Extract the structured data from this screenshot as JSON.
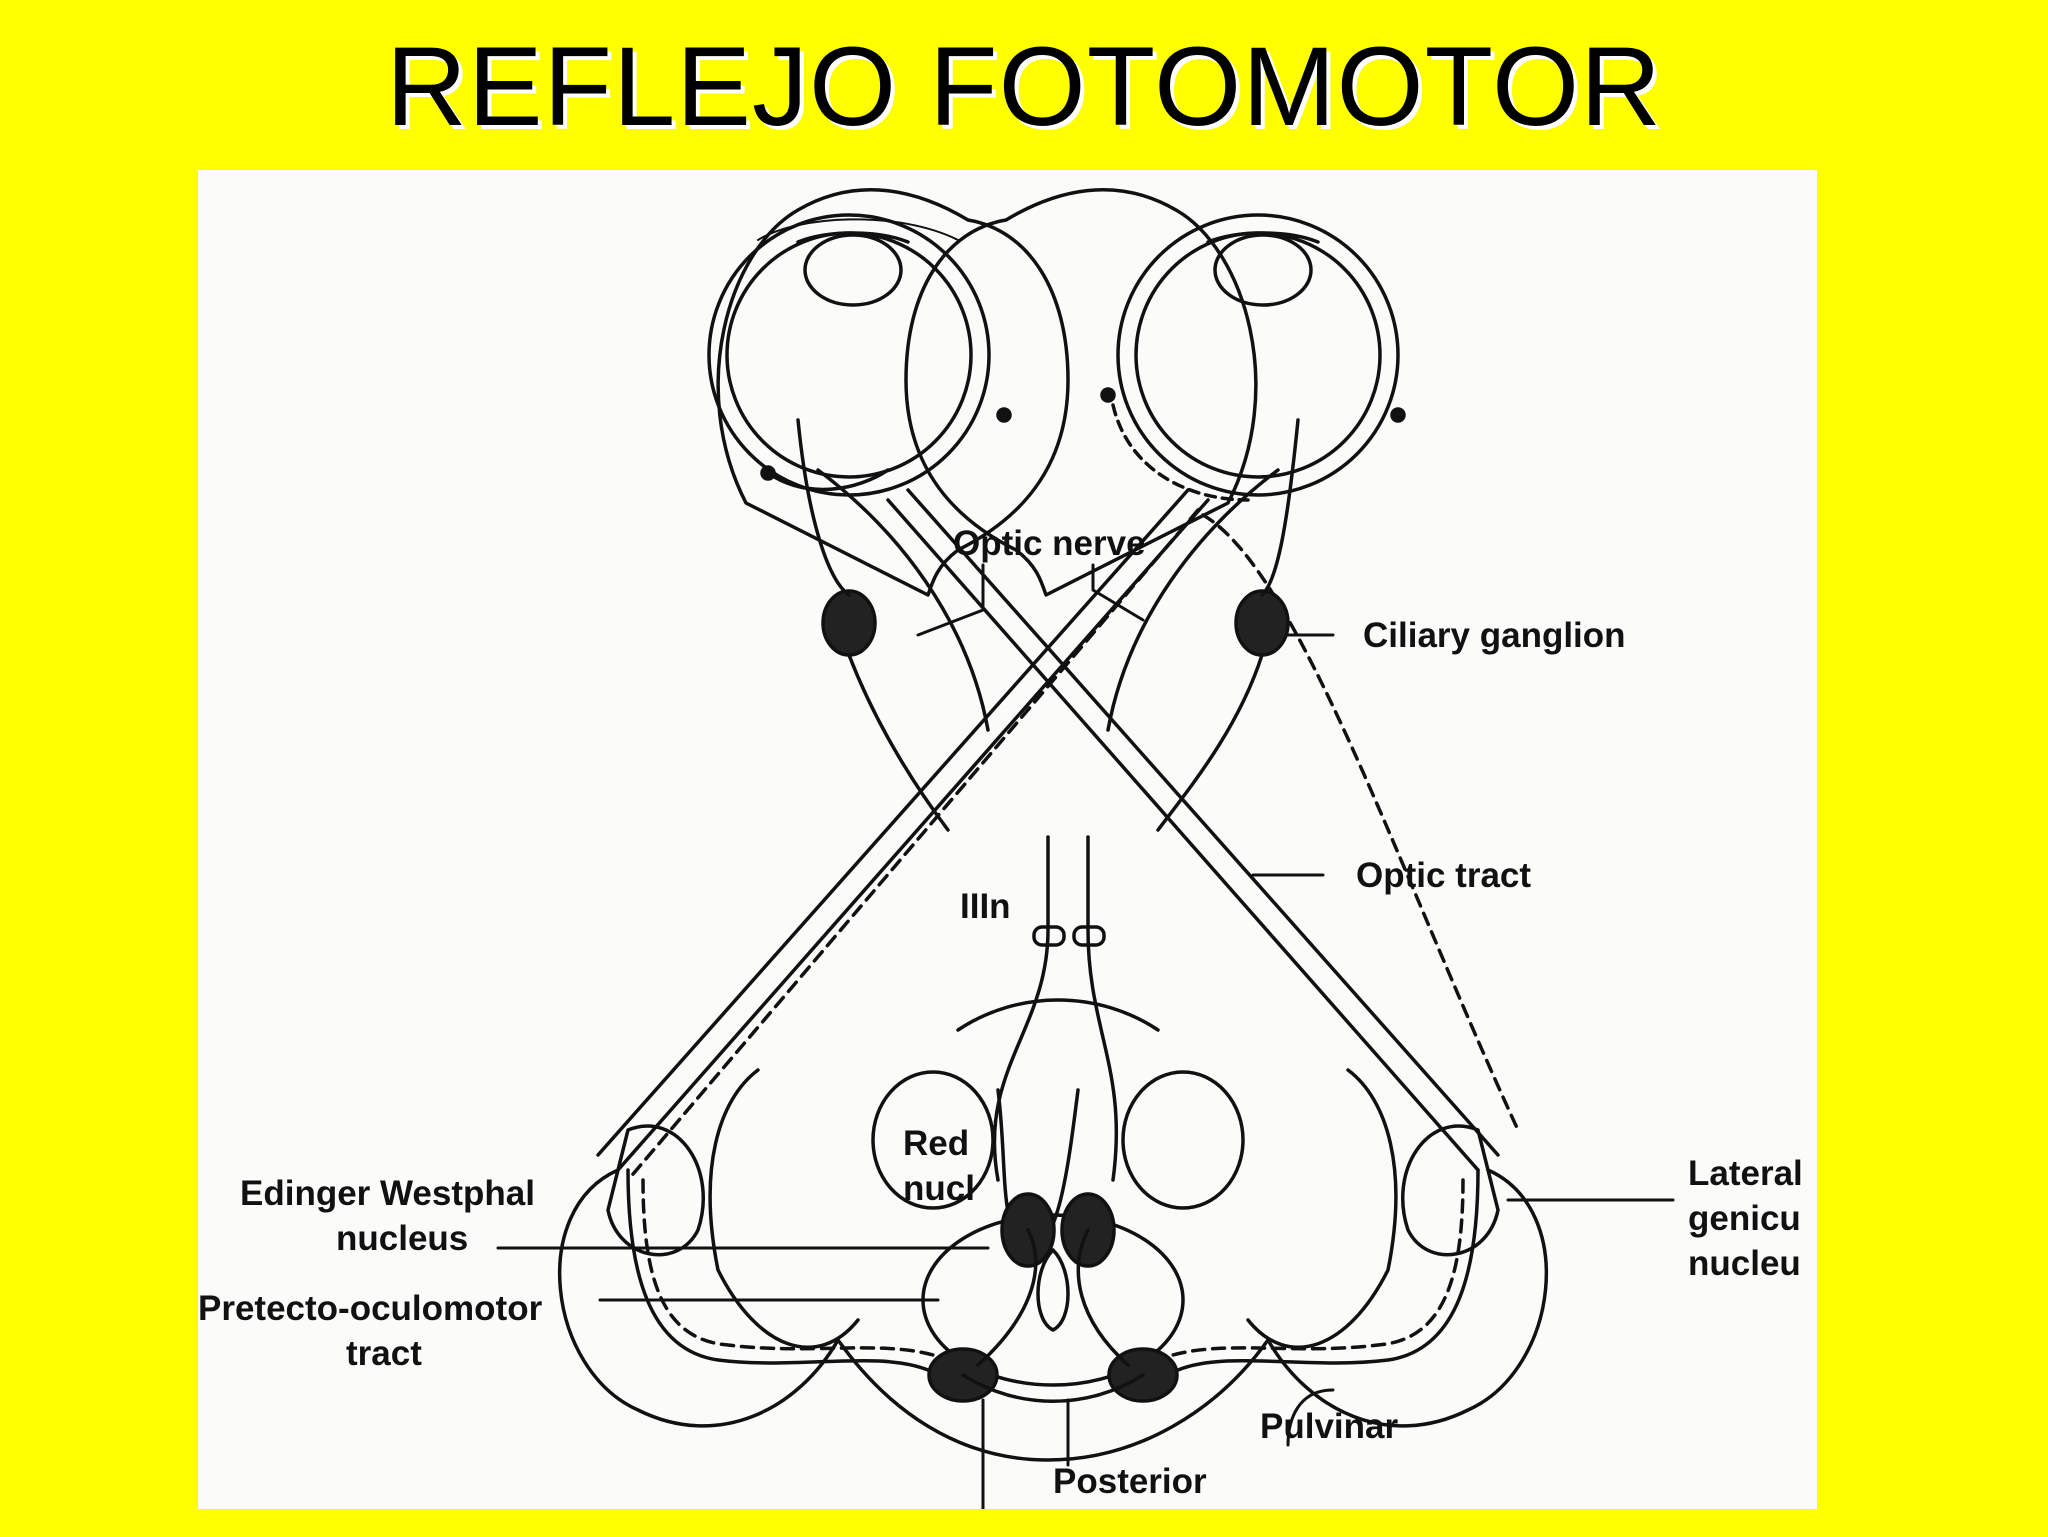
{
  "slide": {
    "title": "REFLEJO FOTOMOTOR",
    "background_color": "#FFFF00",
    "title_shadow_color": "#FFFFFF"
  },
  "diagram": {
    "labels": {
      "optic_nerve": "Optic nerve",
      "ciliary_ganglion": "Ciliary ganglion",
      "optic_tract": "Optic tract",
      "cn3": "IIIn",
      "red_nucleus_line1": "Red",
      "red_nucleus_line2": "nucl",
      "edinger_line1": "Edinger Westphal",
      "edinger_line2": "nucleus",
      "pretecto_line1": "Pretecto-oculomotor",
      "pretecto_line2": "tract",
      "lateral_line1": "Lateral",
      "lateral_line2": "genicu",
      "lateral_line3": "nucleu",
      "pulvinar": "Pulvinar",
      "posterior": "Posterior"
    }
  }
}
